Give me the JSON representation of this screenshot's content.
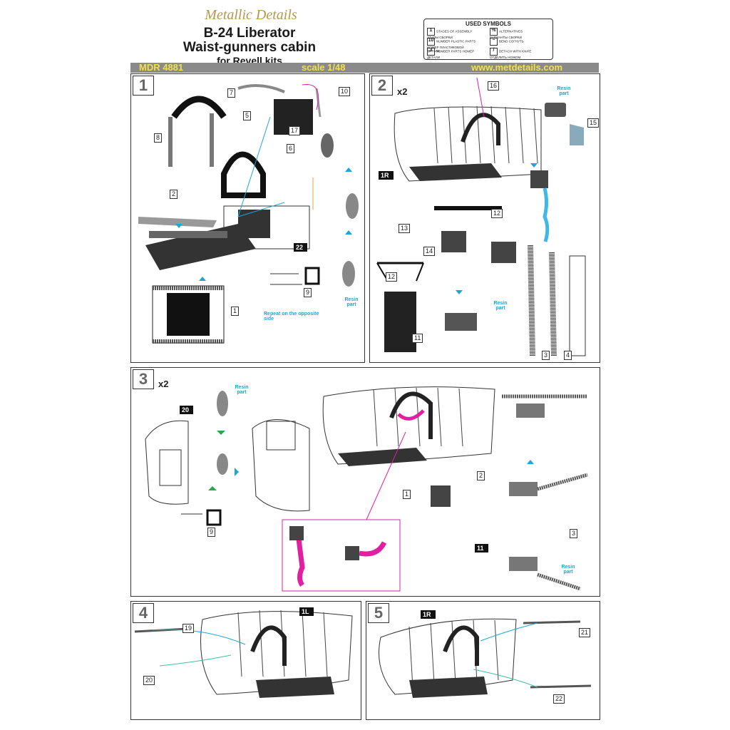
{
  "header": {
    "brand": "Metallic Details",
    "title_line1": "B-24 Liberator",
    "title_line2": "Waist-gunners cabin",
    "title_line3": "for Revell kits"
  },
  "legend": {
    "title": "USED SYMBOLS",
    "items": [
      {
        "icon": "1",
        "text": "STAGES OF ASSEMBLY ЭТАПЫ СБОРКИ"
      },
      {
        "icon": "%",
        "text": "ALTERNATIVES ВАРИАНТЫ СБОРКИ"
      },
      {
        "icon": "10",
        "text": "NUMBER PLASTIC PARTS НОМЕР ПЛАСТИКОВОЙ ДЕТАЛИ"
      },
      {
        "icon": "~",
        "text": "BEND СОГНУТЬ"
      },
      {
        "icon": "3",
        "text": "NUMBER PARTS НОМЕР ДЕТАЛИ"
      },
      {
        "icon": "/",
        "text": "DETACH WITH KNIFE ОТДЕЛИТЬ НОЖОМ"
      }
    ]
  },
  "banner": {
    "code": "MDR 4881",
    "scale": "scale 1/48",
    "url": "www.metdetails.com"
  },
  "steps": [
    {
      "number": "1",
      "parts": [
        "7",
        "10",
        "5",
        "17",
        "8",
        "6",
        "2",
        "22",
        "9",
        "1"
      ],
      "resin_label": "Resin part",
      "note": "Repeat on the opposite side"
    },
    {
      "number": "2",
      "multiplier": "x2",
      "parts": [
        "16",
        "15",
        "1R",
        "12",
        "13",
        "14",
        "12",
        "11",
        "3",
        "4"
      ],
      "resin_label_1": "Resin part",
      "resin_label_2": "Resin part"
    },
    {
      "number": "3",
      "multiplier": "x2",
      "parts": [
        "20",
        "9",
        "1",
        "2",
        "3",
        "11"
      ],
      "resin_label_1": "Resin part",
      "resin_label_2": "Resin part"
    },
    {
      "number": "4",
      "parts": [
        "1L",
        "19",
        "20"
      ]
    },
    {
      "number": "5",
      "parts": [
        "1R",
        "21",
        "22"
      ]
    }
  ],
  "colors": {
    "accent_cyan": "#1fa6d8",
    "accent_magenta": "#e020a0",
    "banner_bg": "#8a8a8a",
    "banner_text": "#f2e04a",
    "brand_gold": "#b8964a"
  }
}
